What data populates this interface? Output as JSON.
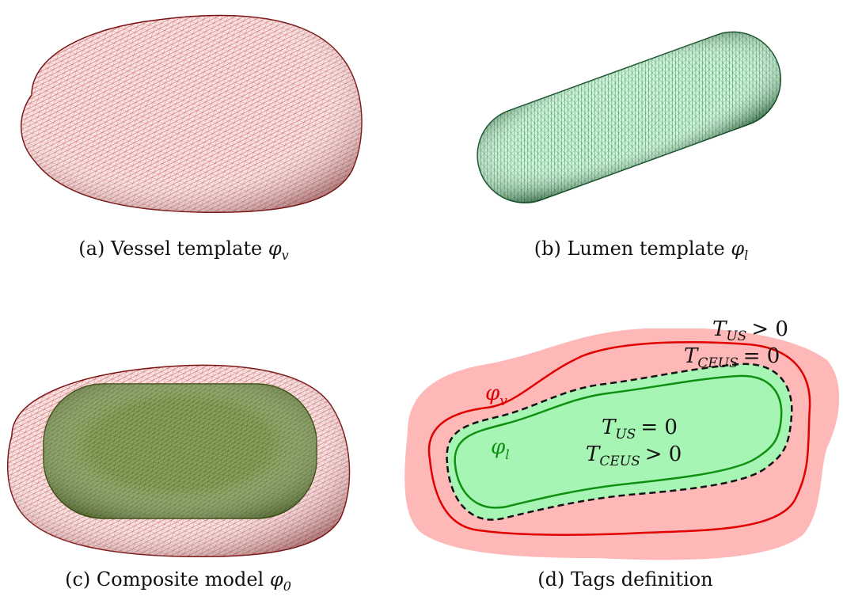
{
  "figure": {
    "panel_a": {
      "caption": "(a) Vessel template",
      "symbol": "φ",
      "sub": "v"
    },
    "panel_b": {
      "caption": "(b) Lumen template",
      "symbol": "φ",
      "sub": "l"
    },
    "panel_c": {
      "caption": "(c) Composite model",
      "symbol": "φ",
      "sub": "0"
    },
    "panel_d": {
      "caption": "(d) Tags definition",
      "label_vessel": {
        "symbol": "φ",
        "sub": "v"
      },
      "label_lumen": {
        "symbol": "φ",
        "sub": "l"
      },
      "outer_tags": [
        {
          "t": "T",
          "sub": "US",
          "rel": "> 0"
        },
        {
          "t": "T",
          "sub": "CEUS",
          "rel": "= 0"
        }
      ],
      "inner_tags": [
        {
          "t": "T",
          "sub": "US",
          "rel": "= 0"
        },
        {
          "t": "T",
          "sub": "CEUS",
          "rel": "> 0"
        }
      ]
    }
  },
  "colors": {
    "vessel_mesh": "#c04848",
    "vessel_fill": "#f7dcdc",
    "lumen_mesh": "#2e8b4a",
    "lumen_fill": "#c8f2d4",
    "outer_region": "#ffb8b8",
    "inner_region": "#a6f5b4",
    "vessel_curve": "#e00000",
    "lumen_curve": "#109010"
  }
}
